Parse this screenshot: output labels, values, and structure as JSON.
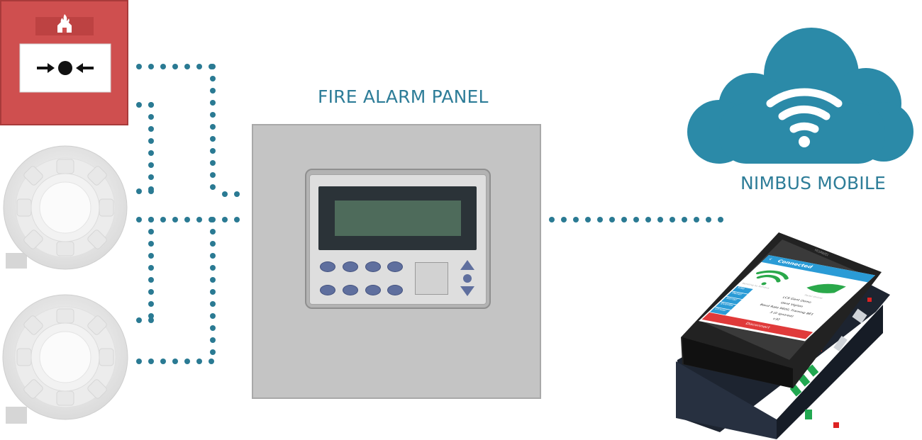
{
  "labels": {
    "panel_title": "FIRE ALARM PANEL",
    "cloud_title": "NIMBUS MOBILE"
  },
  "phone": {
    "brand": "HUAWEI",
    "status": "Connected",
    "left_caption": "Sending to Nimbus",
    "right_caption": "Panel Online",
    "menu": [
      "Site",
      "Panel",
      "Serial",
      "Events",
      "Driver"
    ],
    "info_lines": [
      "LCS Gent Demo",
      "Gent Vigilon",
      "Baud Rate 9600, Framing 8E1",
      "3 (0 ignored)",
      "v32"
    ],
    "disconnect_label": "Disconnect"
  },
  "colors": {
    "connector_dots": "#2a7a93",
    "callpoint_red": "#cf4f4f",
    "cloud_blue": "#2b8aa8",
    "label_blue": "#2e7d98"
  },
  "icons": {
    "callpoint_symbol": "flame-house-icon",
    "cloud_symbol": "wifi-icon",
    "panel_nav": [
      "triangle-up-icon",
      "circle-icon",
      "triangle-down-icon"
    ]
  }
}
